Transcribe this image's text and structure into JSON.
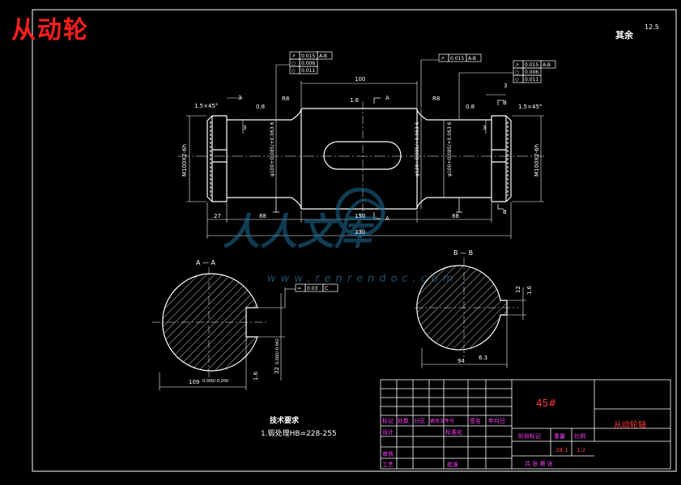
{
  "banner_title": "从动轮",
  "roughness_note": {
    "label": "其余",
    "value": "12.5"
  },
  "watermark": {
    "text": "人人文库",
    "url": "www.renrendoc.com"
  },
  "tolerance_frames": {
    "left": [
      {
        "symbol": "↗",
        "value": "0.015",
        "datum": "A-B"
      },
      {
        "symbol": "○",
        "value": "0.006",
        "datum": ""
      },
      {
        "symbol": "◇",
        "value": "0.011",
        "datum": ""
      }
    ],
    "middle": [
      {
        "symbol": "↗",
        "value": "0.015",
        "datum": "A-B"
      }
    ],
    "right": [
      {
        "symbol": "↗",
        "value": "0.015",
        "datum": "A-B"
      },
      {
        "symbol": "○",
        "value": "0.006",
        "datum": ""
      },
      {
        "symbol": "◇",
        "value": "0.011",
        "datum": ""
      }
    ],
    "keyway": [
      {
        "symbol": "=",
        "value": "0.03",
        "datum": "C"
      }
    ]
  },
  "dimensions": {
    "d100": "100",
    "d3_left": "3",
    "d3_right": "3",
    "d3_vert_left": "3",
    "d3_vert_right": "3",
    "chamfer_left": "1.5×45°",
    "chamfer_right": "1.5×45°",
    "r08_left": "0.8",
    "r08_right": "0.8",
    "r16": "1.6",
    "rb_left": "R8",
    "rb_right": "R8",
    "thread_left": "M100X2-6h",
    "thread_right": "M100X2-6h",
    "dia_left": "φ100+0.085/+0.063 6",
    "dia_center": "φ120+0.085/+0.063 6",
    "dia_right": "φ100+0.085/+0.063 6",
    "d27": "27",
    "d88_left": "88",
    "d150": "150",
    "d88_right": "88",
    "d330": "330",
    "section_a": "A — A",
    "section_b": "B — B",
    "sec_a_label": "A",
    "sec_b_label": "B",
    "d109": "109",
    "d109_tol": "0.000/-0.200",
    "d32": "32",
    "d32_tol": "0.000/-0.062",
    "r16_a": "1.6",
    "d94": "94",
    "d63": "6.3",
    "d12": "12",
    "r16_b": "1.6"
  },
  "tech_req": {
    "heading": "技术要求",
    "line1": "1.锻处理HB=228-255"
  },
  "title_block": {
    "material": "45#",
    "part_name": "从动轮轴",
    "header_cells": [
      "标记",
      "处数",
      "分区",
      "更改文件号",
      "签名",
      "年月日"
    ],
    "design": "设计",
    "standardize": "标准化",
    "stage_mark": "阶段标记",
    "weight": "重量",
    "scale": "比例",
    "weight_val": "28.1",
    "scale_val": "1:2",
    "review": "审核",
    "process": "工艺",
    "approve": "批准",
    "sheets": "共  张  第  张"
  }
}
